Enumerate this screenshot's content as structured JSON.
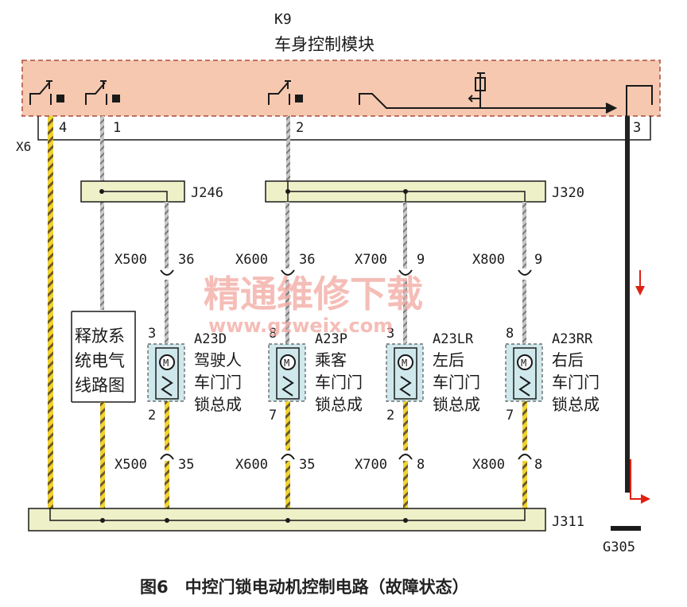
{
  "module": {
    "code": "K9",
    "name": "车身控制模块"
  },
  "connectors": {
    "x6": "X6"
  },
  "module_pins": {
    "p4": "4",
    "p1": "1",
    "p2": "2",
    "p3": "3"
  },
  "junctions": {
    "j246": "J246",
    "j320": "J320",
    "j311": "J311"
  },
  "upper_plugs": [
    {
      "name": "X500",
      "pin": "36"
    },
    {
      "name": "X600",
      "pin": "36"
    },
    {
      "name": "X700",
      "pin": "9"
    },
    {
      "name": "X800",
      "pin": "9"
    }
  ],
  "lower_plugs": [
    {
      "name": "X500",
      "pin": "35"
    },
    {
      "name": "X600",
      "pin": "35"
    },
    {
      "name": "X700",
      "pin": "8"
    },
    {
      "name": "X800",
      "pin": "8"
    }
  ],
  "motors": [
    {
      "code": "A23D",
      "line1": "驾驶人",
      "line2": "车门门",
      "line3": "锁总成",
      "pin_top": "3",
      "pin_bottom": "2"
    },
    {
      "code": "A23P",
      "line1": "乘客",
      "line2": "车门门",
      "line3": "锁总成",
      "pin_top": "8",
      "pin_bottom": "7"
    },
    {
      "code": "A23LR",
      "line1": "左后",
      "line2": "车门门",
      "line3": "锁总成",
      "pin_top": "3",
      "pin_bottom": "2"
    },
    {
      "code": "A23RR",
      "line1": "右后",
      "line2": "车门门",
      "line3": "锁总成",
      "pin_top": "8",
      "pin_bottom": "7"
    }
  ],
  "motor_symbol": "M",
  "ref_box": {
    "line1": "释放系",
    "line2": "统电气",
    "line3": "线路图"
  },
  "ground": "G305",
  "watermark": {
    "cn": "精通维修下载",
    "url": "www.gzweix.com"
  },
  "caption": "图6　中控门锁电动机控制电路（故障状态）",
  "colors": {
    "module_fill": "#f6c8b0",
    "module_border": "#c07060",
    "box_fill": "#eef0c8",
    "yellow": "#f2d230",
    "wire_gray": "#9a9a9a",
    "wire_black": "#222222",
    "arrow_red": "#e02010",
    "motor_box": "#cfe8ec"
  }
}
